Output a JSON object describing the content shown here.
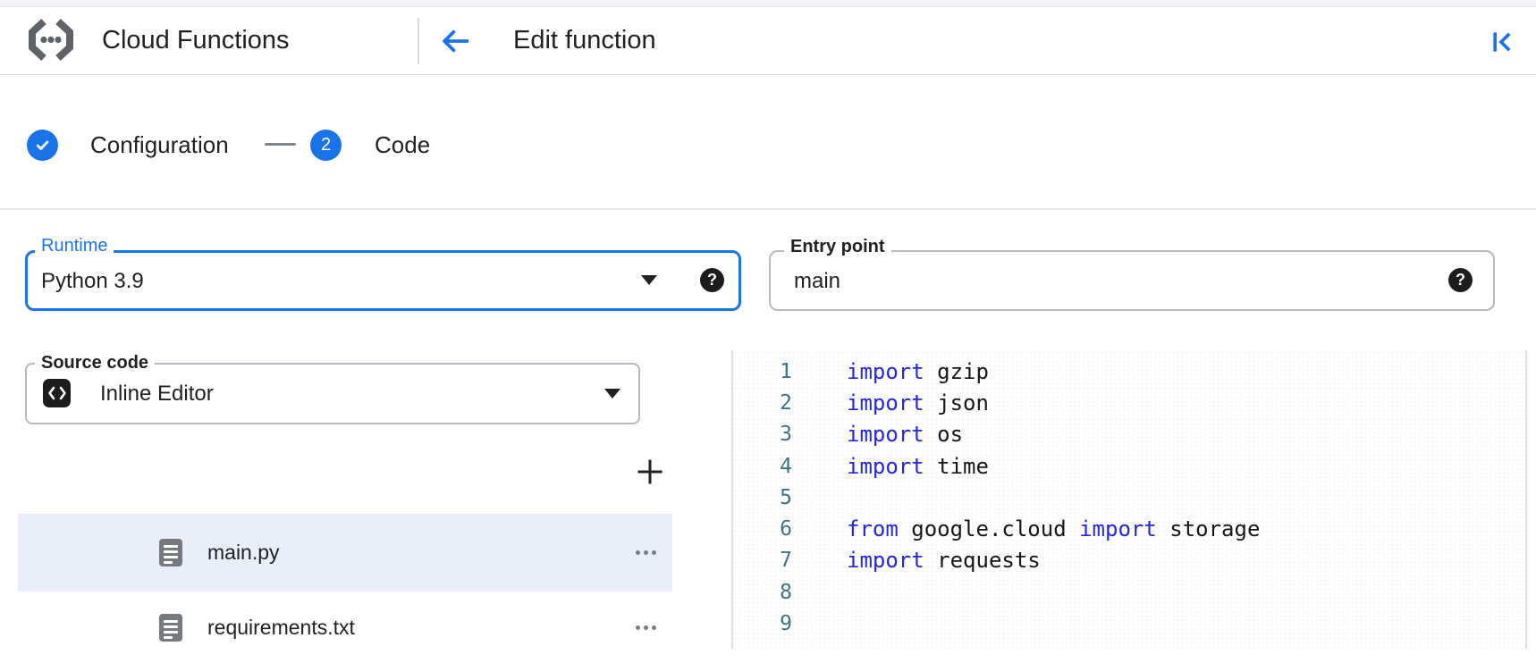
{
  "header": {
    "product_name": "Cloud Functions",
    "page_title": "Edit function"
  },
  "stepper": {
    "step1_label": "Configuration",
    "step2_number": "2",
    "step2_label": "Code"
  },
  "form": {
    "runtime_label": "Runtime",
    "runtime_value": "Python 3.9",
    "entry_point_label": "Entry point",
    "entry_point_value": "main",
    "source_code_label": "Source code",
    "source_code_value": "Inline Editor",
    "help_glyph": "?"
  },
  "file_explorer": {
    "files": [
      {
        "name": "main.py",
        "selected": true
      },
      {
        "name": "requirements.txt",
        "selected": false
      }
    ]
  },
  "editor": {
    "lines": [
      {
        "number": "1",
        "tokens": [
          {
            "type": "keyword",
            "text": "import"
          },
          {
            "type": "plain",
            "text": " gzip"
          }
        ]
      },
      {
        "number": "2",
        "tokens": [
          {
            "type": "keyword",
            "text": "import"
          },
          {
            "type": "plain",
            "text": " json"
          }
        ]
      },
      {
        "number": "3",
        "tokens": [
          {
            "type": "keyword",
            "text": "import"
          },
          {
            "type": "plain",
            "text": " os"
          }
        ]
      },
      {
        "number": "4",
        "tokens": [
          {
            "type": "keyword",
            "text": "import"
          },
          {
            "type": "plain",
            "text": " time"
          }
        ]
      },
      {
        "number": "5",
        "tokens": []
      },
      {
        "number": "6",
        "tokens": [
          {
            "type": "keyword",
            "text": "from"
          },
          {
            "type": "plain",
            "text": " google.cloud "
          },
          {
            "type": "keyword",
            "text": "import"
          },
          {
            "type": "plain",
            "text": " storage"
          }
        ]
      },
      {
        "number": "7",
        "tokens": [
          {
            "type": "keyword",
            "text": "import"
          },
          {
            "type": "plain",
            "text": " requests"
          }
        ]
      },
      {
        "number": "8",
        "tokens": []
      },
      {
        "number": "9",
        "tokens": []
      }
    ]
  },
  "icons": {
    "logo": "cloud-functions-logo",
    "back": "arrow-left",
    "collapse": "collapse-right-panel",
    "check": "checkmark",
    "dropdown": "caret-down",
    "help": "question-mark-circle",
    "source": "code-brackets",
    "add": "plus",
    "file": "file-document",
    "menu": "more-dots-horizontal"
  },
  "colors": {
    "accent": "#1a73e8",
    "keyword": "#2727dd",
    "line_number": "#3d7485",
    "selected_file_bg": "#e8eefa",
    "text": "#202124"
  }
}
